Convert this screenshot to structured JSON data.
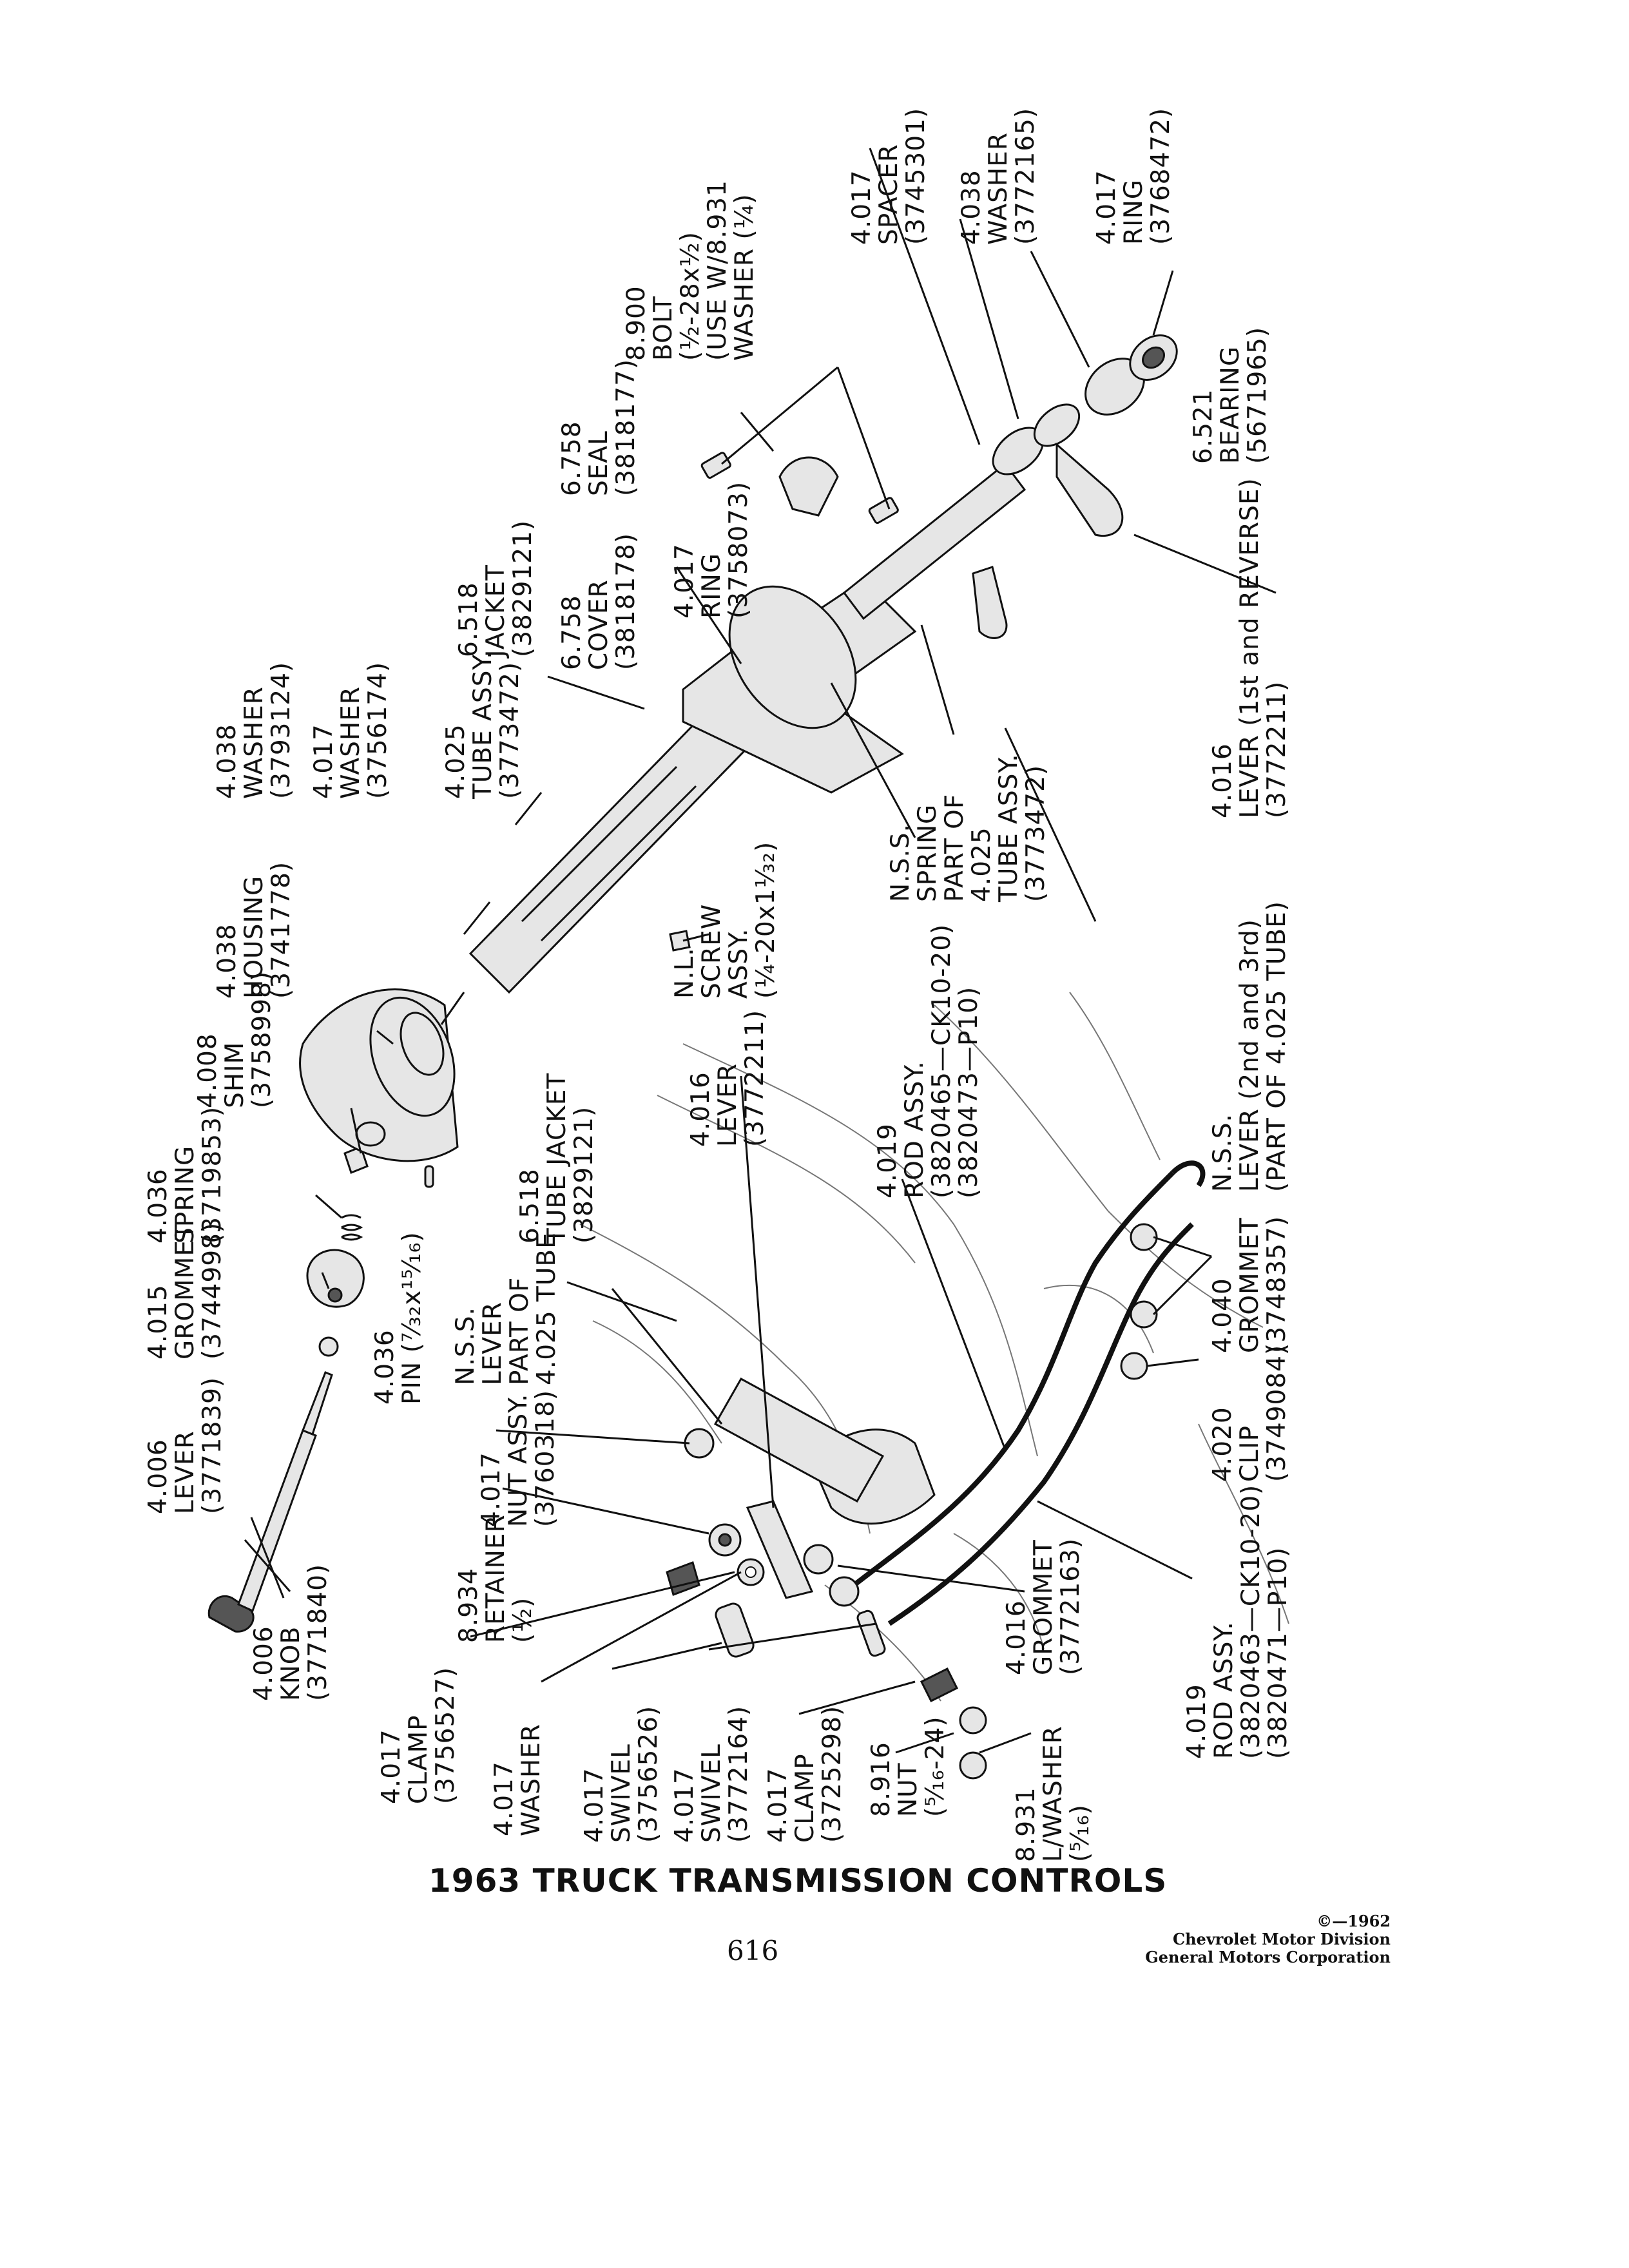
{
  "title": "1963 TRUCK TRANSMISSION CONTROLS",
  "page_number": "616",
  "copyright": [
    "©—1962",
    "Chevrolet Motor Division",
    "General Motors Corporation"
  ],
  "callouts": [
    {
      "id": "lever-4006",
      "lines": [
        "4.006",
        "LEVER",
        "(3771839)"
      ]
    },
    {
      "id": "knob",
      "lines": [
        "4.006",
        "KNOB",
        "(3771840)"
      ]
    },
    {
      "id": "grommet-4015",
      "lines": [
        "4.015",
        "GROMMET",
        "(3744998)"
      ]
    },
    {
      "id": "spring-4036",
      "lines": [
        "4.036",
        "SPRING",
        "(3719853)"
      ]
    },
    {
      "id": "pin",
      "lines": [
        "4.036",
        "PIN (⁷⁄₃₂x¹⁵⁄₁₆)"
      ]
    },
    {
      "id": "shim",
      "lines": [
        "4.008",
        "SHIM",
        "(3758998)"
      ]
    },
    {
      "id": "housing",
      "lines": [
        "4.038",
        "HOUSING",
        "(3741778)"
      ]
    },
    {
      "id": "washer-4038-upper",
      "lines": [
        "4.038",
        "WASHER",
        "(3793124)"
      ]
    },
    {
      "id": "washer-4017-upper",
      "lines": [
        "4.017",
        "WASHER",
        "(3756174)"
      ]
    },
    {
      "id": "tube-assy",
      "lines": [
        "4.025",
        "TUBE ASSY.",
        "(3773472)"
      ]
    },
    {
      "id": "jacket",
      "lines": [
        "6.518",
        "JACKET",
        "(3829121)"
      ]
    },
    {
      "id": "cover",
      "lines": [
        "6.758",
        "COVER",
        "(3818178)"
      ]
    },
    {
      "id": "seal",
      "lines": [
        "6.758",
        "SEAL",
        "(3818177)"
      ]
    },
    {
      "id": "ring-upper",
      "lines": [
        "4.017",
        "RING",
        "(3758073)"
      ]
    },
    {
      "id": "bolt",
      "lines": [
        "8.900",
        "BOLT",
        "(½-28x½)",
        "(USE W/8.931",
        "WASHER (¼)"
      ]
    },
    {
      "id": "spacer",
      "lines": [
        "4.017",
        "SPACER",
        "(3745301)"
      ]
    },
    {
      "id": "washer-4038-right",
      "lines": [
        "4.038",
        "WASHER",
        "(3772165)"
      ]
    },
    {
      "id": "ring-right",
      "lines": [
        "4.017",
        "RING",
        "(3768472)"
      ]
    },
    {
      "id": "bearing",
      "lines": [
        "6.521",
        "BEARING",
        "(5671965)"
      ]
    },
    {
      "id": "lever-1st-rev",
      "lines": [
        "4.016",
        "LEVER (1st and REVERSE)",
        "(3772211)"
      ]
    },
    {
      "id": "nss-spring",
      "lines": [
        "N.S.S.",
        "SPRING",
        "PART OF",
        "4.025",
        "TUBE ASSY.",
        "(3773472)"
      ]
    },
    {
      "id": "nl-screw",
      "lines": [
        "N.L.",
        "SCREW",
        "ASSY.",
        "(¼-20x1⅟₃₂)"
      ]
    },
    {
      "id": "nss-lever-2nd3rd",
      "lines": [
        "N.S.S.",
        "LEVER (2nd and 3rd)",
        "(PART OF 4.025 TUBE)"
      ]
    },
    {
      "id": "lever-4016-mid",
      "lines": [
        "4.016",
        "LEVER",
        "(3772211)"
      ]
    },
    {
      "id": "rod-assy-upper",
      "lines": [
        "4.019",
        "ROD ASSY.",
        "(3820465—CK10-20)",
        "(3820473—P10)"
      ]
    },
    {
      "id": "tube-jacket",
      "lines": [
        "6.518",
        "TUBE JACKET",
        "(3829121)"
      ]
    },
    {
      "id": "nss-lever-part",
      "lines": [
        "N.S.S.",
        "LEVER",
        "PART OF",
        "4.025 TUBE"
      ]
    },
    {
      "id": "nut-assy",
      "lines": [
        "4.017",
        "NUT ASSY.",
        "(3760318)"
      ]
    },
    {
      "id": "retainer",
      "lines": [
        "8.934",
        "RETAINER",
        "(½)"
      ]
    },
    {
      "id": "grommet-4040",
      "lines": [
        "4.040",
        "GROMMET",
        "(3748357)"
      ]
    },
    {
      "id": "clip",
      "lines": [
        "4.020",
        "CLIP",
        "(3749084)"
      ]
    },
    {
      "id": "grommet-4016",
      "lines": [
        "4.016",
        "GROMMET",
        "(3772163)"
      ]
    },
    {
      "id": "rod-assy-lower",
      "lines": [
        "4.019",
        "ROD ASSY.",
        "(3820463—CK10-20)",
        "(3820471—P10)"
      ]
    },
    {
      "id": "clamp-lower-left",
      "lines": [
        "4.017",
        "CLAMP",
        "(3756527)"
      ]
    },
    {
      "id": "washer-lower",
      "lines": [
        "4.017",
        "WASHER"
      ]
    },
    {
      "id": "swivel-1",
      "lines": [
        "4.017",
        "SWIVEL",
        "(3756526)"
      ]
    },
    {
      "id": "swivel-2",
      "lines": [
        "4.017",
        "SWIVEL",
        "(3772164)"
      ]
    },
    {
      "id": "clamp-lower",
      "lines": [
        "4.017",
        "CLAMP",
        "(3725298)"
      ]
    },
    {
      "id": "nut-8916",
      "lines": [
        "8.916",
        "NUT",
        "(⁵⁄₁₆-24)"
      ]
    },
    {
      "id": "lwasher",
      "lines": [
        "8.931",
        "L/WASHER",
        "(⁵⁄₁₆)"
      ]
    }
  ]
}
